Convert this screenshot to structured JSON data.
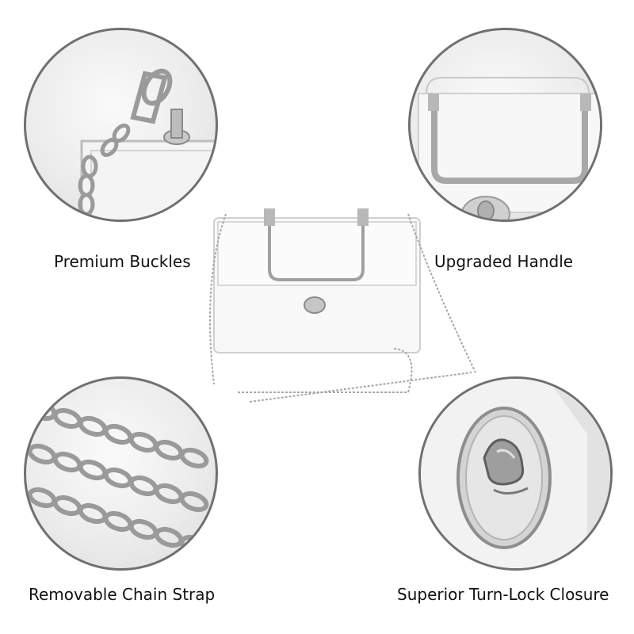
{
  "features": [
    {
      "label": "Premium Buckles"
    },
    {
      "label": "Upgraded Handle"
    },
    {
      "label": "Removable Chain Strap"
    },
    {
      "label": "Superior Turn-Lock Closure"
    }
  ],
  "colors": {
    "circle_border": "#707070",
    "metal": "#a8a8a8",
    "label_text": "#111111",
    "background": "#ffffff"
  }
}
